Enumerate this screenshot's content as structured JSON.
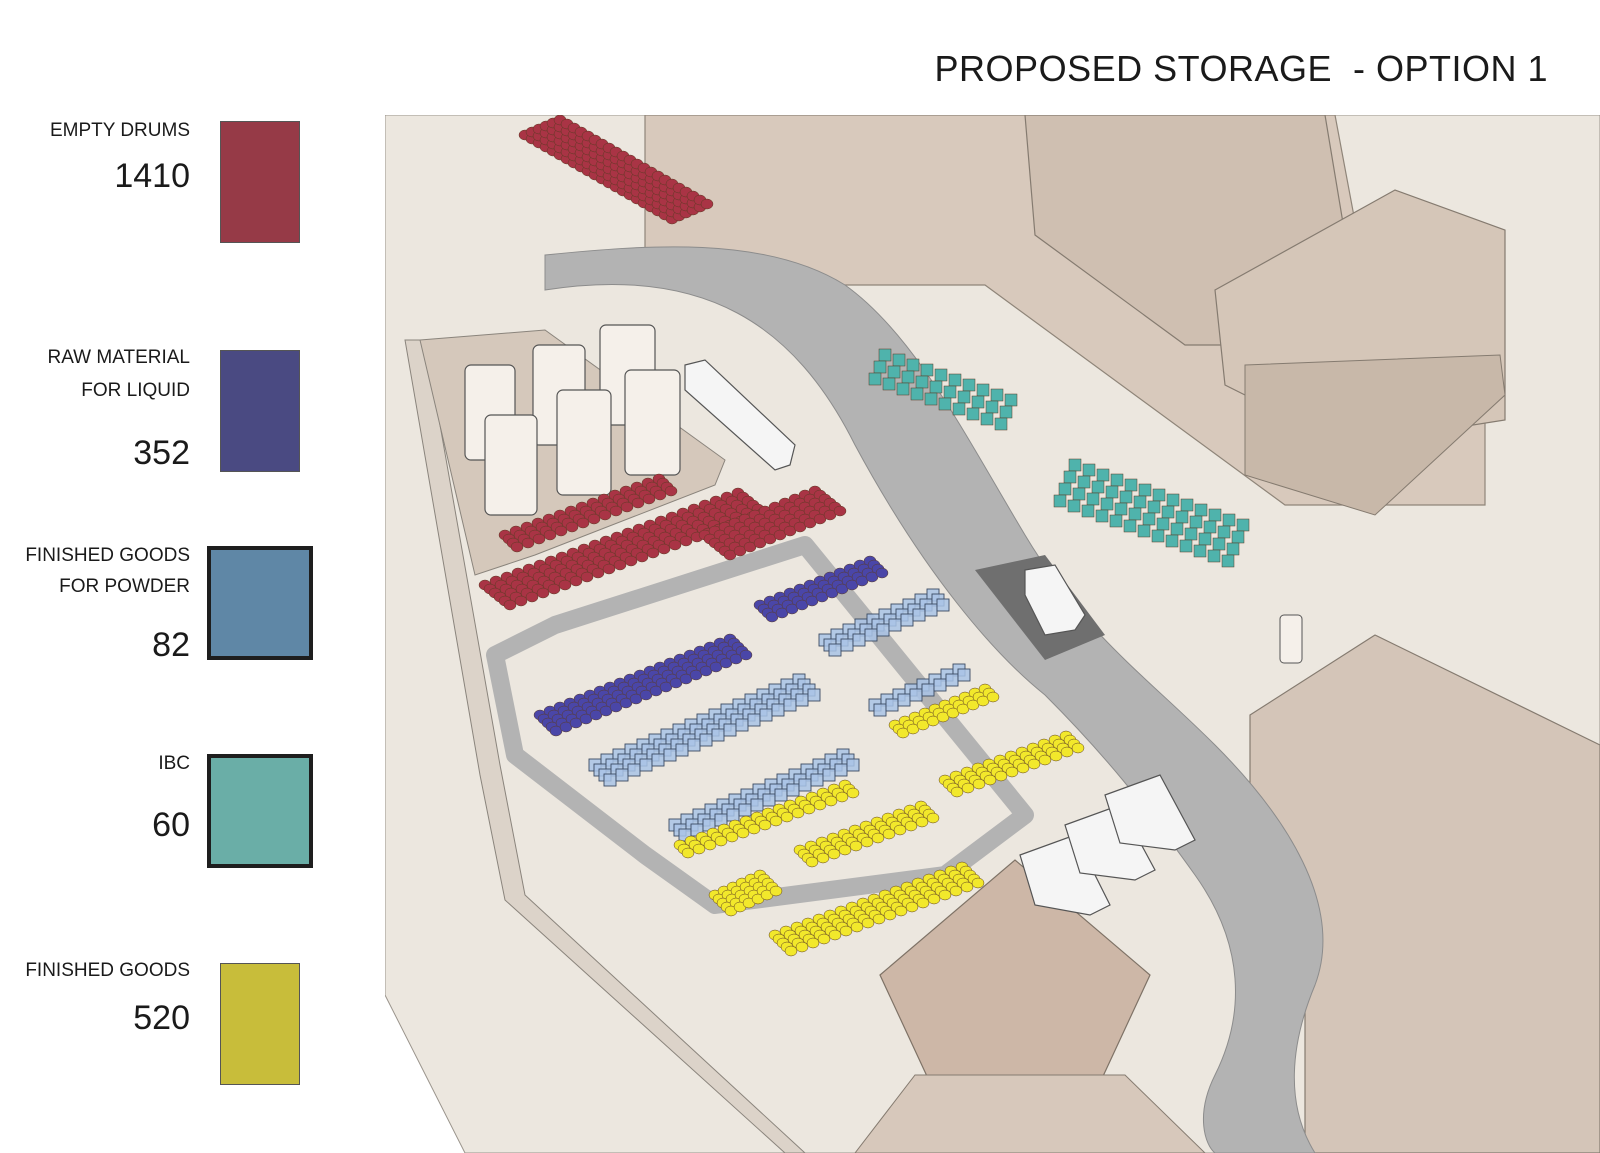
{
  "title": "PROPOSED STORAGE  - OPTION 1",
  "legend": [
    {
      "label_lines": [
        "EMPTY DRUMS"
      ],
      "count": "1410",
      "color": "#963a47",
      "bold_border": false
    },
    {
      "label_lines": [
        "RAW MATERIAL",
        "FOR LIQUID"
      ],
      "count": "352",
      "color": "#4a4a82",
      "bold_border": false
    },
    {
      "label_lines": [
        "FINISHED GOODS",
        "FOR POWDER"
      ],
      "count": "82",
      "color": "#5f87a6",
      "bold_border": true
    },
    {
      "label_lines": [
        "IBC"
      ],
      "count": "60",
      "color": "#6aaea7",
      "bold_border": true
    },
    {
      "label_lines": [
        "FINISHED GOODS"
      ],
      "count": "520",
      "color": "#c8bd3a",
      "bold_border": false
    }
  ],
  "colors": {
    "building": "#d8c9bc",
    "ground": "#ece7df",
    "road": "#b3b3b3",
    "road_dark": "#6f6f6f",
    "drum_empty": "#a93445",
    "drum_raw": "#4a46a8",
    "powder_rack": "#a9c3e6",
    "ibc": "#4fb3ac",
    "finished": "#f2e82b"
  }
}
